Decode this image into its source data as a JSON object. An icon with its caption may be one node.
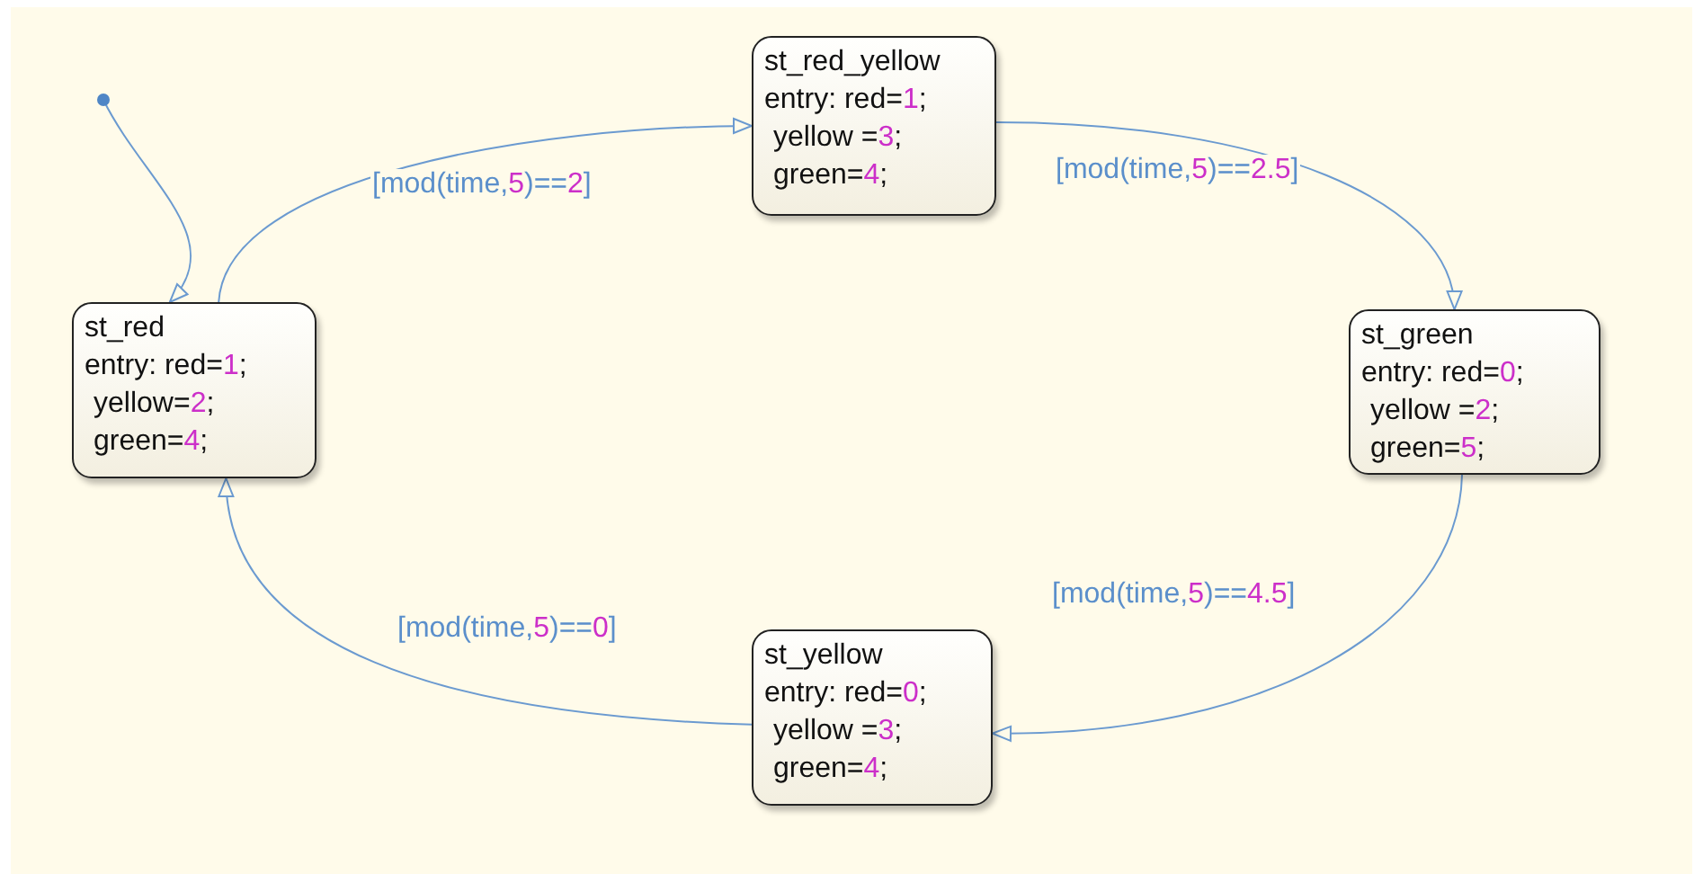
{
  "diagram": {
    "nodes": [
      {
        "text": [],
        "shape": "circle"
      },
      {
        "text": [
          "st_red",
          "entry: red=1; yellow=2; green=4;"
        ]
      },
      {
        "text": [
          "st_red_yellow",
          "entry: red=1; yellow =3; green=4;"
        ]
      },
      {
        "text": [
          "st_green",
          "entry: red=0; yellow =2; green=5;"
        ]
      },
      {
        "text": [
          "st_yellow",
          "entry: red=0; yellow =3; green=4;"
        ]
      }
    ],
    "edges": [
      {
        "from": 0,
        "to": 1,
        "arrow": "to"
      },
      {
        "from": 1,
        "to": 2,
        "arrow": "to",
        "label": "[mod(time,5)==2]"
      },
      {
        "from": 2,
        "to": 3,
        "arrow": "to",
        "label": "[mod(time,5)==2.5]"
      },
      {
        "from": 3,
        "to": 4,
        "arrow": "to",
        "label": "[mod(time,5)==4.5]"
      },
      {
        "from": 4,
        "to": 1,
        "arrow": "to",
        "label": "[mod(time,5)==0]"
      }
    ]
  }
}
